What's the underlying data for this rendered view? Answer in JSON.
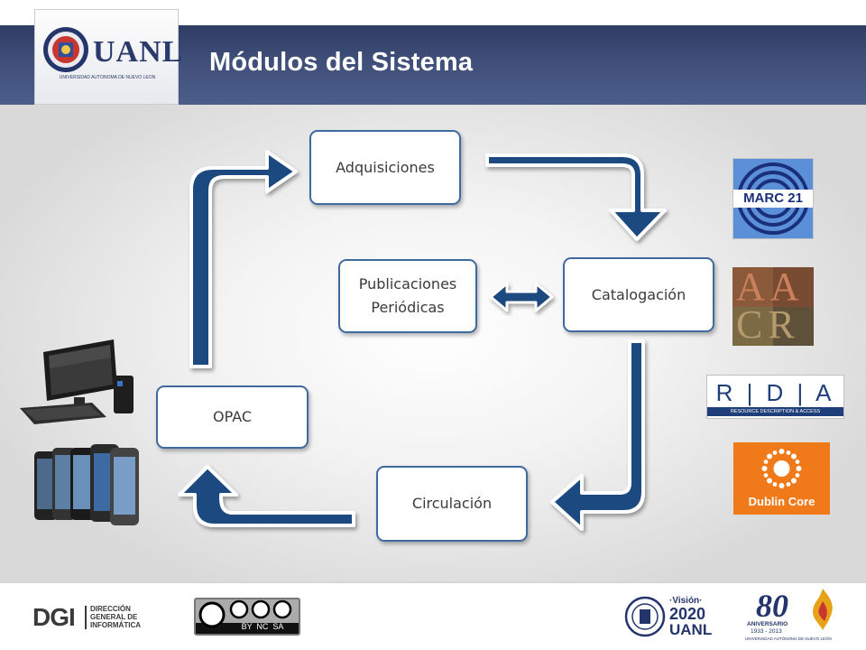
{
  "header": {
    "title": "Módulos del Sistema",
    "logo_text": "UANL",
    "logo_subtext": "UNIVERSIDAD AUTÓNOMA DE NUEVO LEÓN"
  },
  "diagram": {
    "modules": {
      "adquisiciones": "Adquisiciones",
      "catalogacion": "Catalogación",
      "publicaciones_line1": "Publicaciones",
      "publicaciones_line2": "Periódicas",
      "circulacion": "Circulación",
      "opac": "OPAC"
    },
    "arrow_color": "#1f4a7f"
  },
  "standards": {
    "marc": "MARC 21",
    "aacr_top": "AA",
    "aacr_bottom": "CR",
    "rda": "R | D | A",
    "rda_sub": "RESOURCE DESCRIPTION & ACCESS",
    "dublin": "Dublin Core"
  },
  "footer": {
    "dgi_abbr": "DGI",
    "dgi_line1": "DIRECCIÓN",
    "dgi_line2": "GENERAL DE",
    "dgi_line3": "INFORMÁTICA",
    "cc_icons": "BY  NC  SA",
    "vision_label": "·Visión·",
    "vision_year": "2020",
    "vision_uanl": "UANL",
    "anniv_number": "80",
    "anniv_label": "ANIVERSARIO",
    "anniv_years": "1933 - 2013",
    "anniv_university": "UNIVERSIDAD AUTÓNOMA DE NUEVO LEÓN"
  }
}
